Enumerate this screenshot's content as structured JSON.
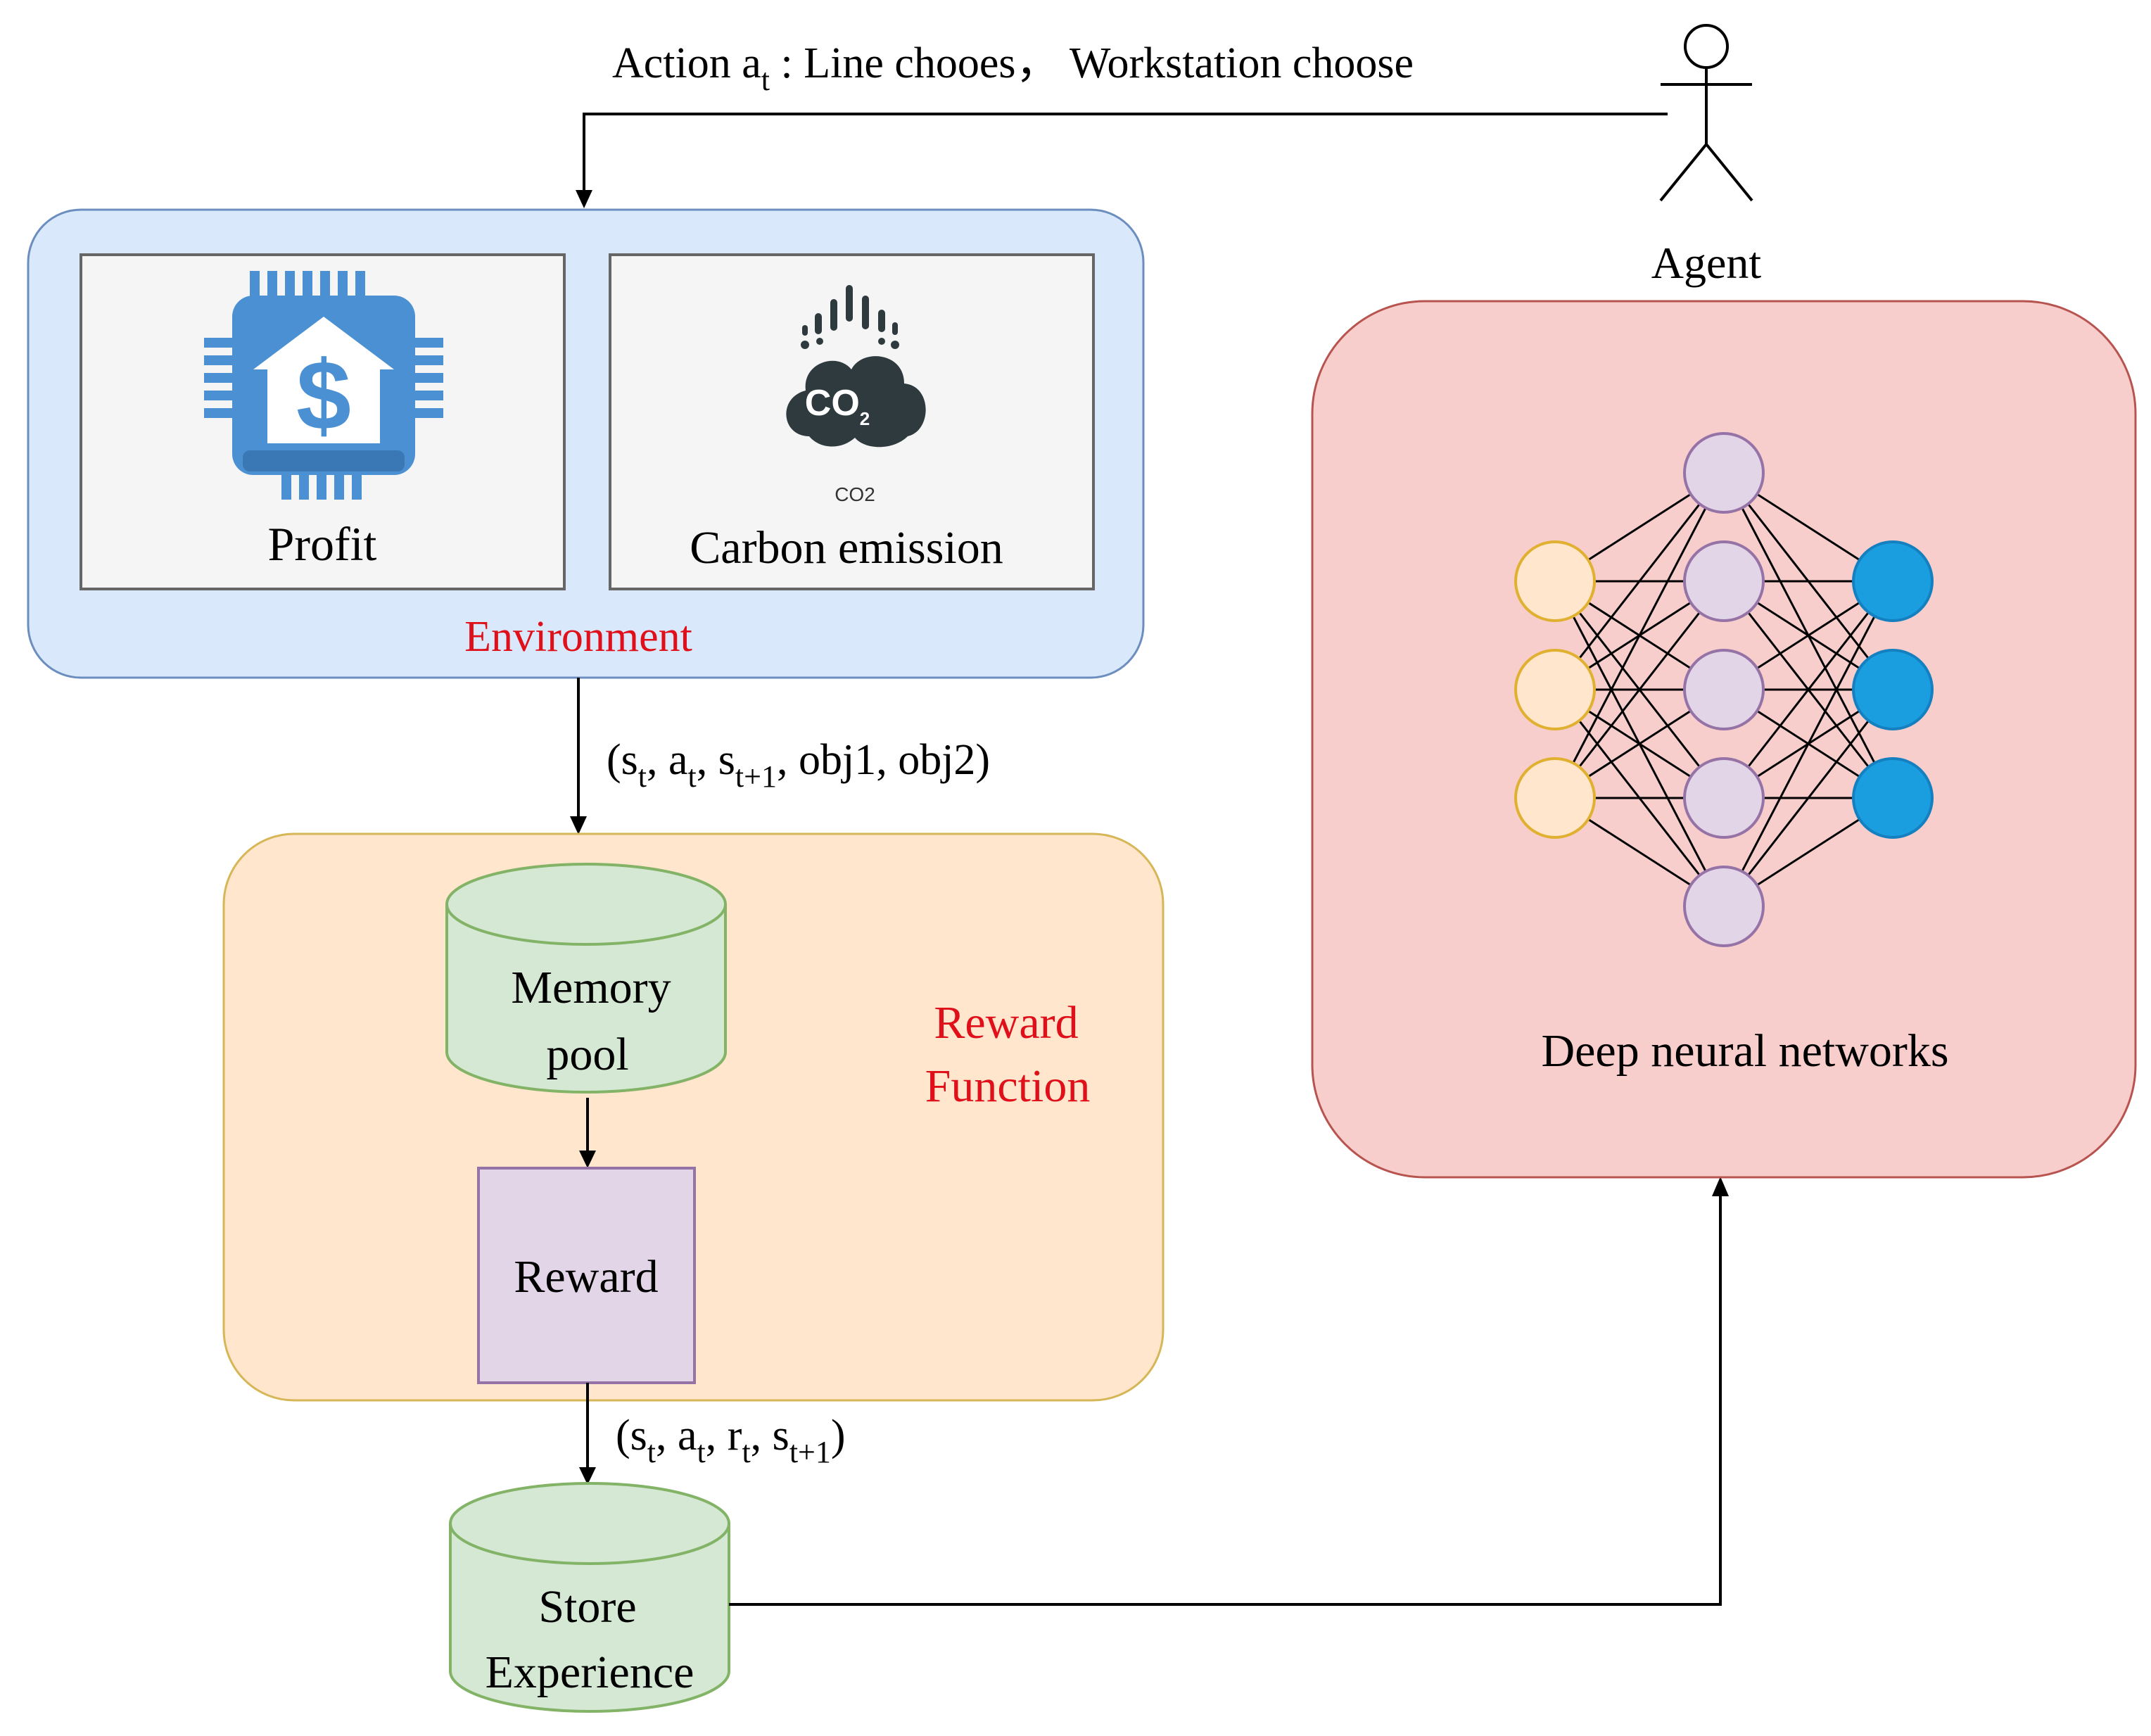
{
  "action": {
    "prefix": "Action a",
    "sub": "t",
    "text": " : Line chooes， Workstation choose"
  },
  "agent": {
    "label": "Agent"
  },
  "environment": {
    "label": "Environment",
    "profit": {
      "label": "Profit",
      "icon": "dollar-house-chip-icon"
    },
    "carbon": {
      "label": "Carbon emission",
      "icon_text": "CO",
      "icon_sub": "2",
      "caption": "CO2"
    }
  },
  "transition": {
    "open": "(s",
    "s_sub": "t",
    "a_text": ", a",
    "a_sub": "t",
    "s2_text": ", s",
    "s2_sub": "t+1",
    "tail": ", obj1, obj2)"
  },
  "reward_function": {
    "label_line1": "Reward",
    "label_line2": "Function",
    "memory": {
      "line1": "Memory",
      "line2": "pool"
    },
    "reward": {
      "label": "Reward"
    }
  },
  "experience_tuple": {
    "open": "(s",
    "s_sub": "t",
    "a_text": ", a",
    "a_sub": "t",
    "r_text": ", r",
    "r_sub": "t",
    "s2_text": ", s",
    "s2_sub": "t+1",
    "close": ")"
  },
  "store": {
    "line1": "Store",
    "line2": "Experience"
  },
  "dnn": {
    "label": "Deep neural networks",
    "layers": [
      3,
      5,
      3
    ]
  },
  "colors": {
    "env_fill": "#dae8fc",
    "env_stroke": "#6c8ebf",
    "reward_fn_fill": "#ffe6cc",
    "reward_fn_stroke": "#d6b656",
    "cyl_fill": "#d5e8d4",
    "cyl_stroke": "#82b366",
    "reward_fill": "#e1d5e7",
    "reward_stroke": "#9673a6",
    "dnn_fill": "#f8cecc",
    "dnn_stroke": "#b85450",
    "red_text": "#e0101a",
    "input_node": "#ffe6cc",
    "input_stroke": "#e0b030",
    "hidden_node": "#e1d5e7",
    "hidden_stroke": "#9673a6",
    "output_node": "#1b9ee0",
    "output_stroke": "#1580c0",
    "icon_blue": "#4a90d2"
  }
}
